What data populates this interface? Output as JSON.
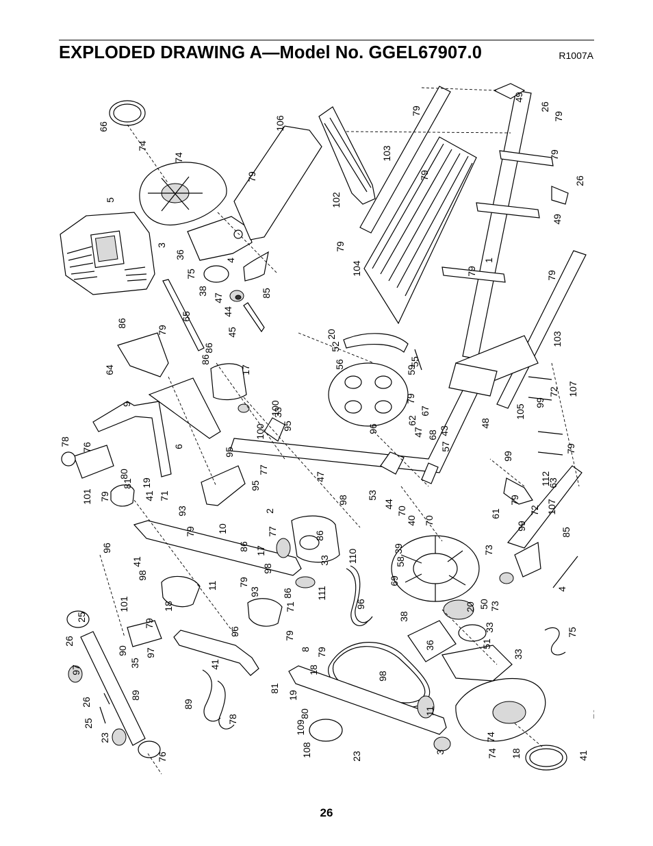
{
  "header": {
    "title": "EXPLODED DRAWING A—Model No. GGEL67907.0",
    "code": "R1007A"
  },
  "footer": {
    "page_number": "26"
  },
  "drawing": {
    "part_labels": [
      "66",
      "74",
      "74",
      "5",
      "3",
      "36",
      "75",
      "38",
      "47",
      "44",
      "45",
      "4",
      "85",
      "106",
      "79",
      "102",
      "103",
      "79",
      "104",
      "79",
      "79",
      "1",
      "79",
      "49",
      "26",
      "79",
      "79",
      "26",
      "49",
      "79",
      "103",
      "86",
      "79",
      "65",
      "86",
      "86",
      "17",
      "64",
      "9",
      "6",
      "78",
      "76",
      "101",
      "79",
      "80",
      "81",
      "19",
      "41",
      "71",
      "93",
      "79",
      "10",
      "86",
      "96",
      "41",
      "98",
      "18",
      "11",
      "79",
      "100",
      "95",
      "95",
      "77",
      "100",
      "95",
      "2",
      "98",
      "77",
      "33",
      "98",
      "17",
      "86",
      "33",
      "86",
      "111",
      "110",
      "96",
      "47",
      "53",
      "56",
      "52",
      "20",
      "55",
      "96",
      "62",
      "79",
      "59",
      "67",
      "68",
      "47",
      "43",
      "57",
      "44",
      "70",
      "70",
      "40",
      "39",
      "58",
      "69",
      "20",
      "50",
      "73",
      "73",
      "61",
      "79",
      "99",
      "72",
      "107",
      "99",
      "72",
      "107",
      "99",
      "112",
      "79",
      "105",
      "63",
      "48",
      "85",
      "4",
      "75",
      "38",
      "36",
      "51",
      "33",
      "33",
      "98",
      "11",
      "3",
      "74",
      "74",
      "66",
      "79",
      "18",
      "41",
      "93",
      "71",
      "79",
      "8",
      "79",
      "18",
      "96",
      "41",
      "19",
      "81",
      "80",
      "109",
      "108",
      "23",
      "89",
      "78",
      "76",
      "25",
      "26",
      "101",
      "79",
      "97",
      "90",
      "35",
      "97",
      "26",
      "25",
      "89",
      "23"
    ]
  }
}
